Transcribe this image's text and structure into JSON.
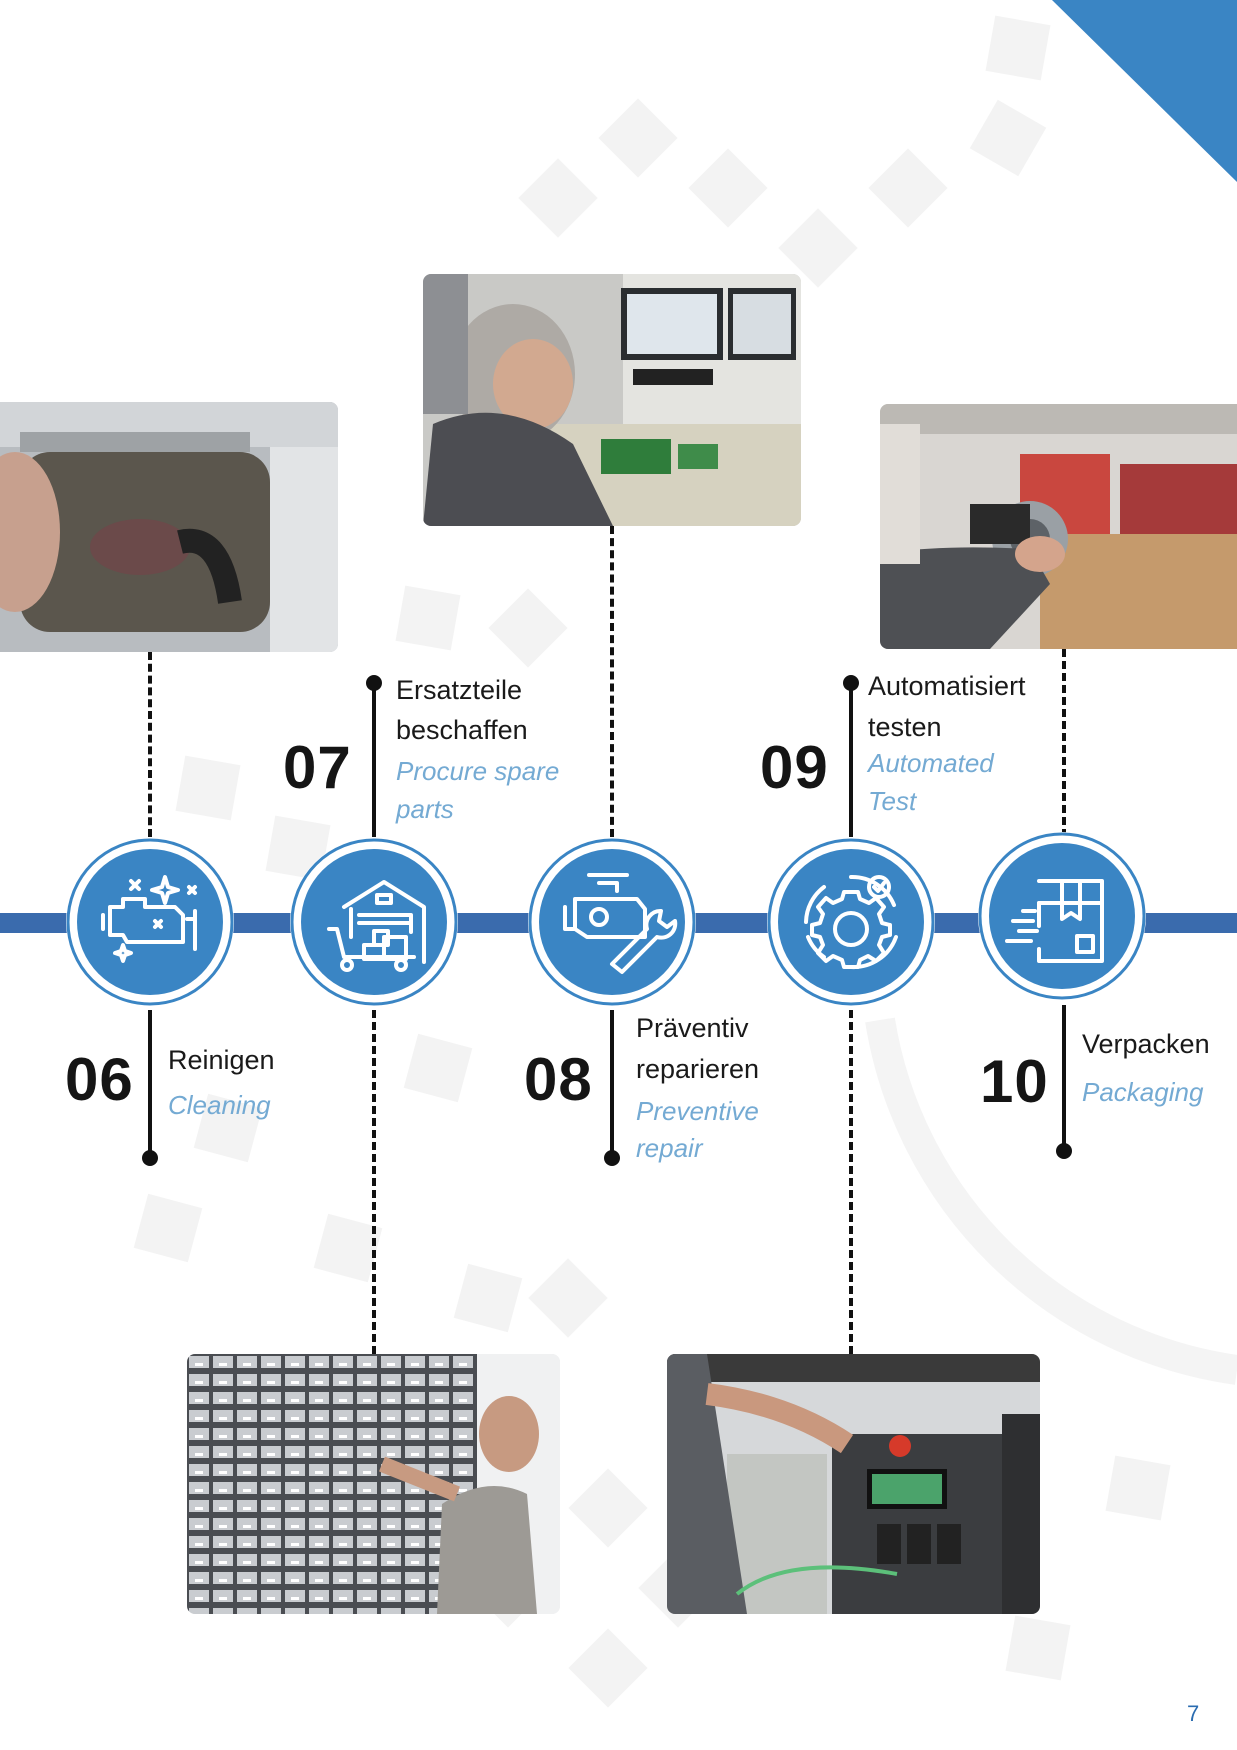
{
  "colors": {
    "accent": "#3a85c4",
    "timeline": "#3a6bad",
    "label_en": "#74aad3",
    "text": "#151515"
  },
  "steps": [
    {
      "number": "06",
      "label_de": "Reinigen",
      "label_en": "Cleaning",
      "icon": "engine-cleaning-icon"
    },
    {
      "number": "07",
      "label_de_1": "Ersatzteile",
      "label_de_2": "beschaffen",
      "label_en_1": "Procure spare",
      "label_en_2": "parts",
      "icon": "warehouse-icon"
    },
    {
      "number": "08",
      "label_de_1": "Präventiv",
      "label_de_2": "reparieren",
      "label_en_1": "Preventive",
      "label_en_2": "repair",
      "icon": "engine-wrench-icon"
    },
    {
      "number": "09",
      "label_de_1": "Automatisiert",
      "label_de_2": "testen",
      "label_en_1": "Automated",
      "label_en_2": "Test",
      "icon": "gear-check-icon"
    },
    {
      "number": "10",
      "label_de": "Verpacken",
      "label_en": "Packaging",
      "icon": "package-icon"
    }
  ],
  "page_number": "7"
}
